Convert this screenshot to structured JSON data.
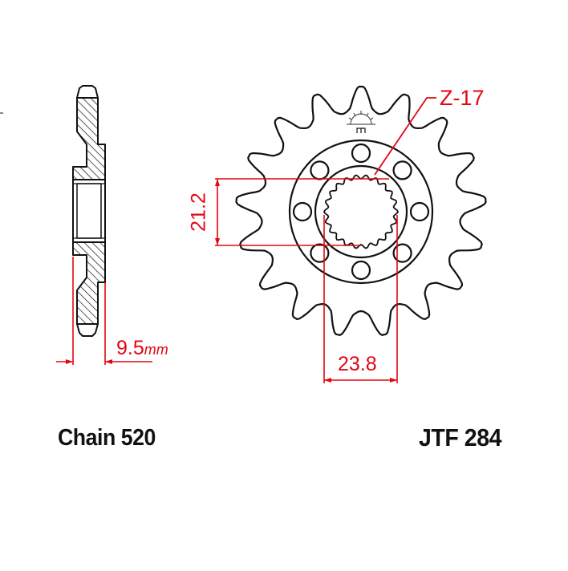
{
  "part": {
    "code": "JTF 284",
    "chain": "Chain 520"
  },
  "dimensions": {
    "teeth": "Z-17",
    "thickness": "9.5",
    "thickness_unit": "mm",
    "spline_height": "21.2",
    "spline_width": "23.8"
  },
  "colors": {
    "outline": "#111111",
    "dimension": "#e30613",
    "background": "#ffffff"
  },
  "geometry": {
    "tooth_count": 17,
    "bolt_hole_count": 8,
    "spline_tooth_count": 22
  }
}
